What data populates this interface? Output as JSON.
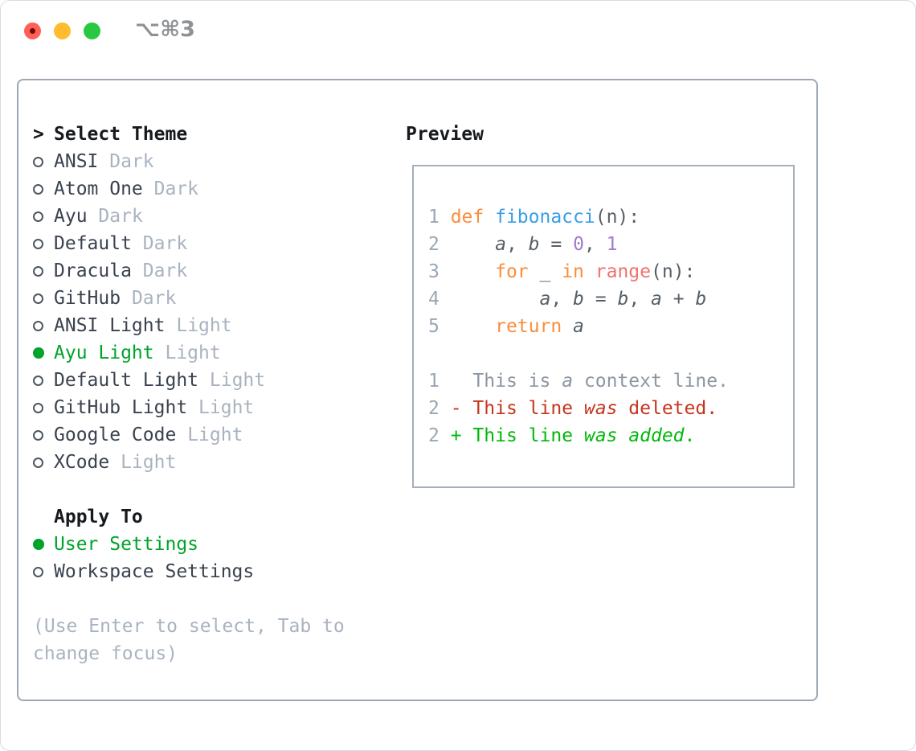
{
  "window": {
    "hotkey": "⌥⌘3"
  },
  "panel": {
    "select_theme": {
      "prompt": ">",
      "title": "Select Theme",
      "items": [
        {
          "name": "ANSI",
          "variant": "Dark",
          "selected": false
        },
        {
          "name": "Atom One",
          "variant": "Dark",
          "selected": false
        },
        {
          "name": "Ayu",
          "variant": "Dark",
          "selected": false
        },
        {
          "name": "Default",
          "variant": "Dark",
          "selected": false
        },
        {
          "name": "Dracula",
          "variant": "Dark",
          "selected": false
        },
        {
          "name": "GitHub",
          "variant": "Dark",
          "selected": false
        },
        {
          "name": "ANSI Light",
          "variant": "Light",
          "selected": false
        },
        {
          "name": "Ayu Light",
          "variant": "Light",
          "selected": true
        },
        {
          "name": "Default Light",
          "variant": "Light",
          "selected": false
        },
        {
          "name": "GitHub Light",
          "variant": "Light",
          "selected": false
        },
        {
          "name": "Google Code",
          "variant": "Light",
          "selected": false
        },
        {
          "name": "XCode",
          "variant": "Light",
          "selected": false
        }
      ]
    },
    "apply_to": {
      "title": "Apply To",
      "options": [
        {
          "label": "User Settings",
          "selected": true
        },
        {
          "label": "Workspace Settings",
          "selected": false
        }
      ]
    },
    "hint": "(Use Enter to select, Tab to change focus)"
  },
  "preview": {
    "title": "Preview",
    "code_lines": [
      {
        "num": "1",
        "tokens": [
          {
            "t": "def ",
            "c": "keyword"
          },
          {
            "t": "fibonacci",
            "c": "function"
          },
          {
            "t": "(n):",
            "c": "fg"
          }
        ]
      },
      {
        "num": "2",
        "tokens": [
          {
            "t": "    ",
            "c": "fg"
          },
          {
            "t": "a",
            "c": "var"
          },
          {
            "t": ", ",
            "c": "fg"
          },
          {
            "t": "b",
            "c": "var"
          },
          {
            "t": " = ",
            "c": "fg"
          },
          {
            "t": "0",
            "c": "number"
          },
          {
            "t": ", ",
            "c": "fg"
          },
          {
            "t": "1",
            "c": "number"
          }
        ]
      },
      {
        "num": "3",
        "tokens": [
          {
            "t": "    ",
            "c": "fg"
          },
          {
            "t": "for",
            "c": "keyword"
          },
          {
            "t": " _ ",
            "c": "fg"
          },
          {
            "t": "in",
            "c": "keyword"
          },
          {
            "t": " ",
            "c": "fg"
          },
          {
            "t": "range",
            "c": "call"
          },
          {
            "t": "(n):",
            "c": "fg"
          }
        ]
      },
      {
        "num": "4",
        "tokens": [
          {
            "t": "        ",
            "c": "fg"
          },
          {
            "t": "a",
            "c": "var"
          },
          {
            "t": ", ",
            "c": "fg"
          },
          {
            "t": "b",
            "c": "var"
          },
          {
            "t": " = ",
            "c": "fg"
          },
          {
            "t": "b",
            "c": "var"
          },
          {
            "t": ", ",
            "c": "fg"
          },
          {
            "t": "a",
            "c": "var"
          },
          {
            "t": " + ",
            "c": "fg"
          },
          {
            "t": "b",
            "c": "var"
          }
        ]
      },
      {
        "num": "5",
        "tokens": [
          {
            "t": "    ",
            "c": "fg"
          },
          {
            "t": "return",
            "c": "keyword"
          },
          {
            "t": " ",
            "c": "fg"
          },
          {
            "t": "a",
            "c": "var"
          }
        ]
      }
    ],
    "diff_lines": [
      {
        "num": "1",
        "marker": " ",
        "kind": "context",
        "segments": [
          {
            "t": "This is "
          },
          {
            "t": "a",
            "italic": true
          },
          {
            "t": " context line."
          }
        ]
      },
      {
        "num": "2",
        "marker": "-",
        "kind": "deleted",
        "segments": [
          {
            "t": "This line "
          },
          {
            "t": "was",
            "italic": true
          },
          {
            "t": " deleted."
          }
        ]
      },
      {
        "num": "2",
        "marker": "+",
        "kind": "added",
        "segments": [
          {
            "t": "This line "
          },
          {
            "t": "was",
            "italic": true
          },
          {
            "t": " "
          },
          {
            "t": "added",
            "italic": true
          },
          {
            "t": "."
          }
        ]
      }
    ]
  },
  "colors": {
    "accent_green": "#00A32C",
    "keyword_orange": "#FA8D3E",
    "function_blue": "#399EE6",
    "number_purple": "#A37ACC",
    "call_coral": "#F07171",
    "code_fg": "#575F66",
    "line_number_gray": "#9AA6B6",
    "variant_gray": "#A9B3C0",
    "item_text": "#3A424E",
    "heading_text": "#16191D",
    "hint_gray": "#A9B3C0",
    "diff_context_gray": "#8C96A3",
    "diff_deleted_red": "#C5351E",
    "diff_added_green": "#00B80B",
    "panel_border": "#9EA7B3",
    "box_border": "#A6AEBA",
    "traffic_red": "#FF5F57",
    "traffic_yellow": "#FEBC2E",
    "traffic_green": "#28C840",
    "hotkey_gray": "#8E9297"
  }
}
